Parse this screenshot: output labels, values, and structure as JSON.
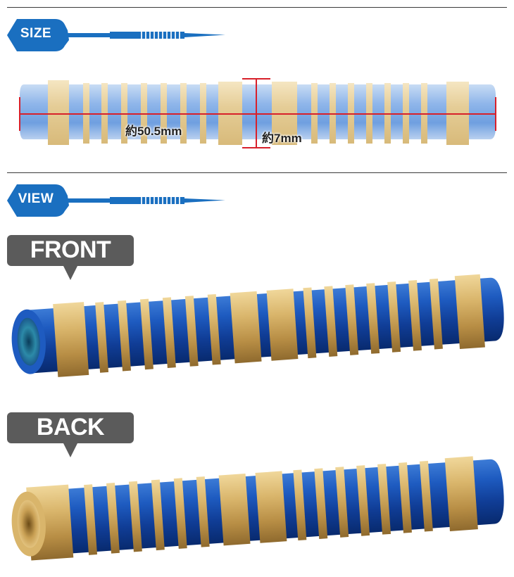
{
  "size_section": {
    "label": "SIZE",
    "length_label": "約50.5mm",
    "diameter_label": "約7mm"
  },
  "view_section": {
    "label": "VIEW",
    "front_label": "FRONT",
    "back_label": "BACK"
  },
  "colors": {
    "accent_blue": "#1a6fc0",
    "barrel_blue": "#1f56b8",
    "barrel_gold": "#d4ad62",
    "measure_red": "#d8202a",
    "tag_gray": "#5b5b5b"
  },
  "icons": [
    "dart-flight-icon",
    "dart-shaft-icon"
  ]
}
